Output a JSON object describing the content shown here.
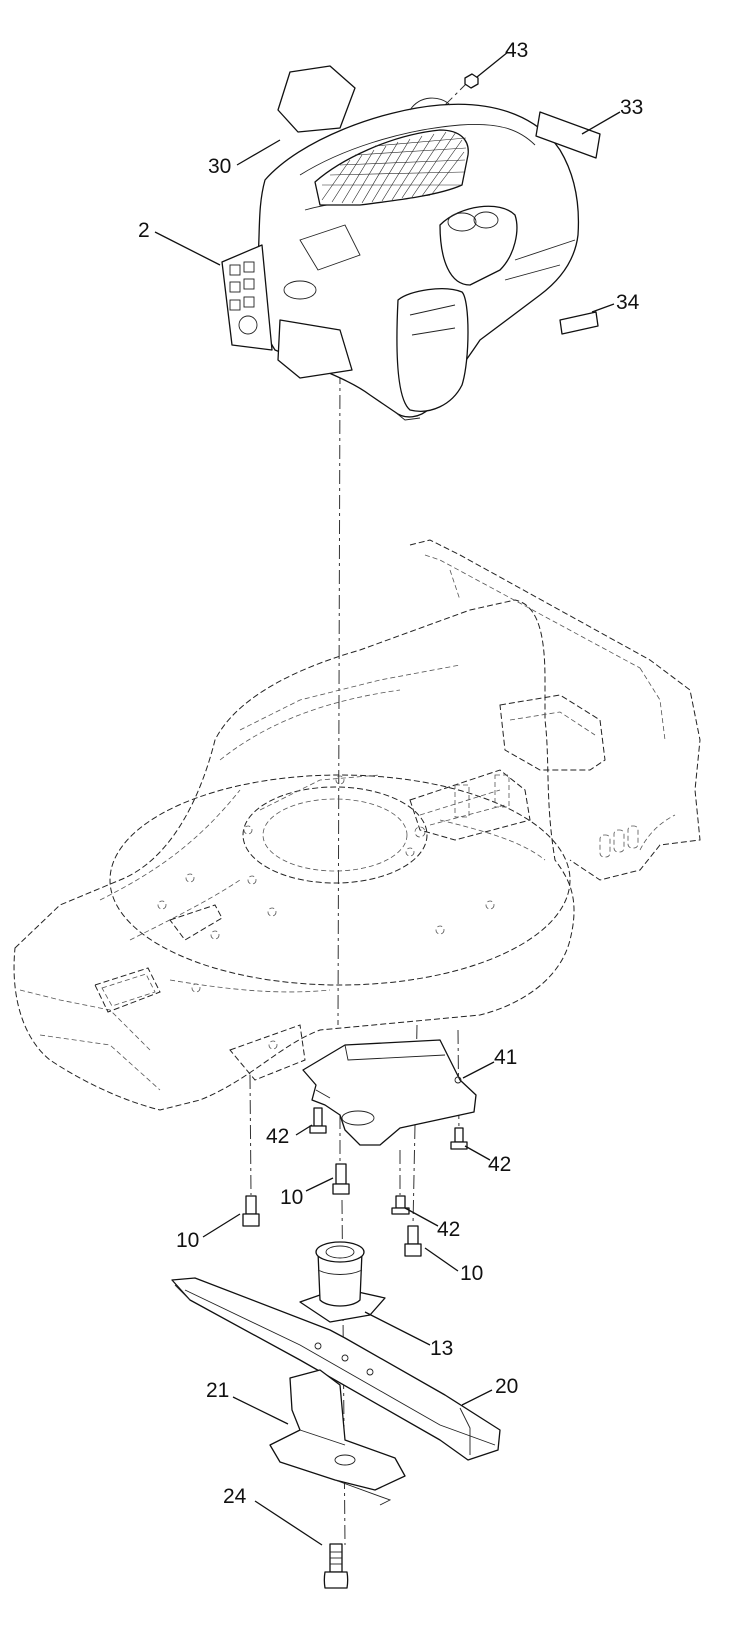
{
  "callouts": [
    {
      "id": "c43",
      "text": "43"
    },
    {
      "id": "c33",
      "text": "33"
    },
    {
      "id": "c30",
      "text": "30"
    },
    {
      "id": "c2",
      "text": "2"
    },
    {
      "id": "c34",
      "text": "34"
    },
    {
      "id": "c41",
      "text": "41"
    },
    {
      "id": "c42a",
      "text": "42"
    },
    {
      "id": "c42b",
      "text": "42"
    },
    {
      "id": "c10a",
      "text": "10"
    },
    {
      "id": "c42c",
      "text": "42"
    },
    {
      "id": "c10b",
      "text": "10"
    },
    {
      "id": "c10c",
      "text": "10"
    },
    {
      "id": "c13",
      "text": "13"
    },
    {
      "id": "c21",
      "text": "21"
    },
    {
      "id": "c20",
      "text": "20"
    },
    {
      "id": "c24",
      "text": "24"
    }
  ],
  "icons": {
    "engine": "engine-assembly",
    "deck": "mower-deck-housing",
    "plate": "mounting-bracket",
    "adapter": "blade-adapter",
    "blade": "mower-blade",
    "baffle": "blade-baffle",
    "bolt": "hex-bolt"
  }
}
